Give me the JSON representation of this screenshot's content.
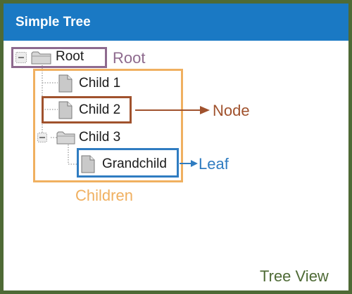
{
  "window": {
    "title": "Simple Tree"
  },
  "tree": {
    "nodes": [
      {
        "label": "Root",
        "type": "folder",
        "expanded": true,
        "level": 0
      },
      {
        "label": "Child 1",
        "type": "file",
        "level": 1
      },
      {
        "label": "Child 2",
        "type": "file",
        "level": 1
      },
      {
        "label": "Child 3",
        "type": "folder",
        "expanded": true,
        "level": 1
      },
      {
        "label": "Grandchild",
        "type": "file",
        "level": 2
      }
    ]
  },
  "annotations": {
    "root": "Root",
    "node": "Node",
    "leaf": "Leaf",
    "children": "Children",
    "tree_view": "Tree View"
  },
  "colors": {
    "title_bar": "#1a79c4",
    "frame": "#4e6a35",
    "root_highlight": "#8e6a8e",
    "node_highlight": "#a0522d",
    "leaf_highlight": "#2f7cc1",
    "children_highlight": "#f0b060",
    "tree_view_label": "#4e6a35"
  }
}
